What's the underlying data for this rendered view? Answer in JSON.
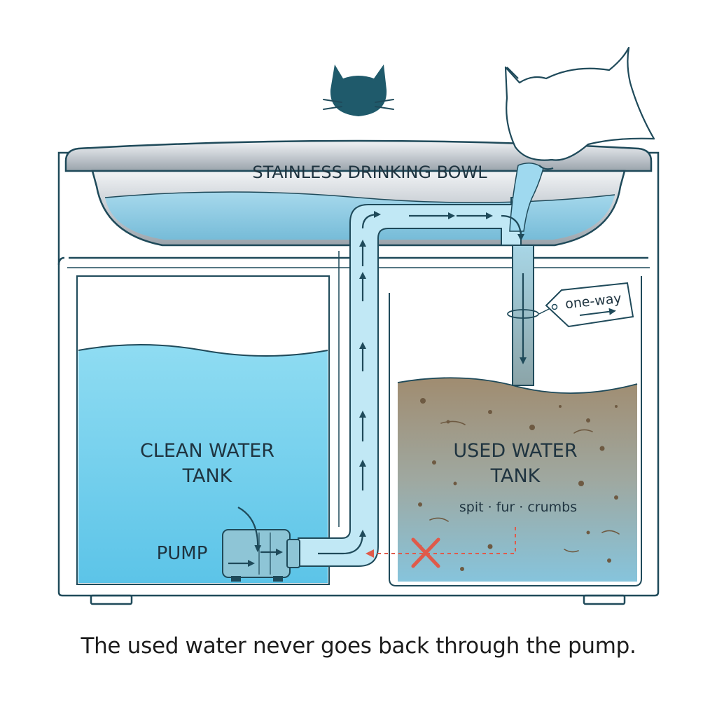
{
  "labels": {
    "bowl": "STAINLESS DRINKING BOWL",
    "clean_tank_line1": "CLEAN WATER",
    "clean_tank_line2": "TANK",
    "used_tank_line1": "USED WATER",
    "used_tank_line2": "TANK",
    "debris": "spit · fur · crumbs",
    "pump": "PUMP",
    "valve_tag": "one-way"
  },
  "caption": "The used water never goes back through the pump.",
  "icons": [
    "cat-head-icon",
    "cat-drinking-illustration",
    "blocked-x-icon",
    "one-way-tag-arrow-icon"
  ],
  "colors": {
    "outline": "#1f4a5a",
    "clean_water": "#7fd3ee",
    "used_water": "#a89a80",
    "pipe": "#b9e4f3",
    "bowl_steel": "#c9ced3",
    "blocked": "#e05a4a"
  }
}
